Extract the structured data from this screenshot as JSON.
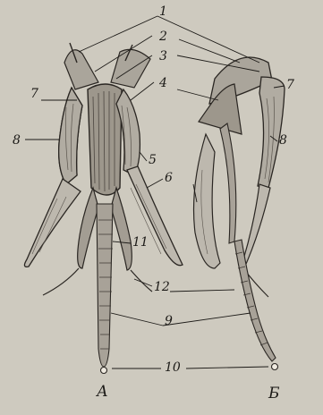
{
  "figure": {
    "callouts": [
      {
        "id": "1",
        "text": "1"
      },
      {
        "id": "2",
        "text": "2"
      },
      {
        "id": "3",
        "text": "3"
      },
      {
        "id": "4",
        "text": "4"
      },
      {
        "id": "5",
        "text": "5"
      },
      {
        "id": "6",
        "text": "6"
      },
      {
        "id": "7a",
        "text": "7"
      },
      {
        "id": "7b",
        "text": "7"
      },
      {
        "id": "8a",
        "text": "8"
      },
      {
        "id": "8b",
        "text": "8"
      },
      {
        "id": "9",
        "text": "9"
      },
      {
        "id": "10",
        "text": "10"
      },
      {
        "id": "11",
        "text": "11"
      },
      {
        "id": "12",
        "text": "12"
      }
    ],
    "captions": {
      "a": "А",
      "b": "Б"
    }
  }
}
